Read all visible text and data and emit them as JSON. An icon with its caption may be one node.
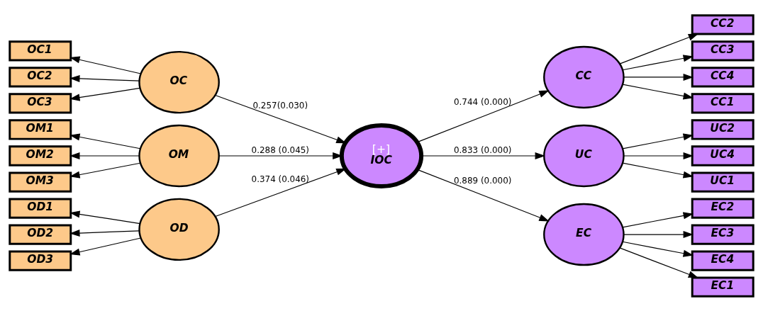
{
  "diagram": {
    "nodes": [
      {
        "text": [
          "OD1"
        ]
      },
      {
        "text": [
          "OD2"
        ]
      },
      {
        "text": [
          "OD3"
        ]
      },
      {
        "text": [
          "OC1"
        ]
      },
      {
        "text": [
          "OC2"
        ]
      },
      {
        "text": [
          "OC3"
        ]
      },
      {
        "text": [
          "OM1"
        ]
      },
      {
        "text": [
          "OM2"
        ]
      },
      {
        "text": [
          "OM3"
        ]
      },
      {
        "text": [
          "OD"
        ]
      },
      {
        "text": [
          "OC"
        ]
      },
      {
        "text": [
          "OM"
        ]
      },
      {
        "text": [
          "[+]",
          "IOC"
        ]
      },
      {
        "text": [
          "CC"
        ]
      },
      {
        "text": [
          "UC"
        ]
      },
      {
        "text": [
          "EC"
        ]
      },
      {
        "text": [
          "CC1"
        ]
      },
      {
        "text": [
          "CC2"
        ]
      },
      {
        "text": [
          "CC3"
        ]
      },
      {
        "text": [
          "CC4"
        ]
      },
      {
        "text": [
          "UC1"
        ]
      },
      {
        "text": [
          "UC2"
        ]
      },
      {
        "text": [
          "UC4"
        ]
      },
      {
        "text": [
          "EC1"
        ]
      },
      {
        "text": [
          "EC2"
        ]
      },
      {
        "text": [
          "EC3"
        ]
      },
      {
        "text": [
          "EC4"
        ]
      }
    ],
    "edges": [
      {
        "from": 9,
        "to": 0,
        "arrow": "to"
      },
      {
        "from": 9,
        "to": 1,
        "arrow": "to"
      },
      {
        "from": 9,
        "to": 2,
        "arrow": "to"
      },
      {
        "from": 10,
        "to": 3,
        "arrow": "to"
      },
      {
        "from": 10,
        "to": 4,
        "arrow": "to"
      },
      {
        "from": 10,
        "to": 5,
        "arrow": "to"
      },
      {
        "from": 11,
        "to": 6,
        "arrow": "to"
      },
      {
        "from": 11,
        "to": 7,
        "arrow": "to"
      },
      {
        "from": 11,
        "to": 8,
        "arrow": "to"
      },
      {
        "from": 9,
        "to": 12,
        "arrow": "to",
        "label": "0.374 (0.046)"
      },
      {
        "from": 10,
        "to": 12,
        "arrow": "to",
        "label": "0.257(0.030)"
      },
      {
        "from": 11,
        "to": 12,
        "arrow": "to",
        "label": "0.288 (0.045)"
      },
      {
        "from": 12,
        "to": 13,
        "arrow": "to",
        "label": "0.744 (0.000)"
      },
      {
        "from": 12,
        "to": 14,
        "arrow": "to",
        "label": "0.833 (0.000)"
      },
      {
        "from": 12,
        "to": 15,
        "arrow": "to",
        "label": "0.889 (0.000)"
      },
      {
        "from": 13,
        "to": 16,
        "arrow": "to"
      },
      {
        "from": 13,
        "to": 17,
        "arrow": "to"
      },
      {
        "from": 13,
        "to": 18,
        "arrow": "to"
      },
      {
        "from": 13,
        "to": 19,
        "arrow": "to"
      },
      {
        "from": 14,
        "to": 20,
        "arrow": "to"
      },
      {
        "from": 14,
        "to": 21,
        "arrow": "to"
      },
      {
        "from": 14,
        "to": 22,
        "arrow": "to"
      },
      {
        "from": 15,
        "to": 23,
        "arrow": "to"
      },
      {
        "from": 15,
        "to": 24,
        "arrow": "to"
      },
      {
        "from": 15,
        "to": 25,
        "arrow": "to"
      },
      {
        "from": 15,
        "to": 26,
        "arrow": "to"
      }
    ]
  }
}
